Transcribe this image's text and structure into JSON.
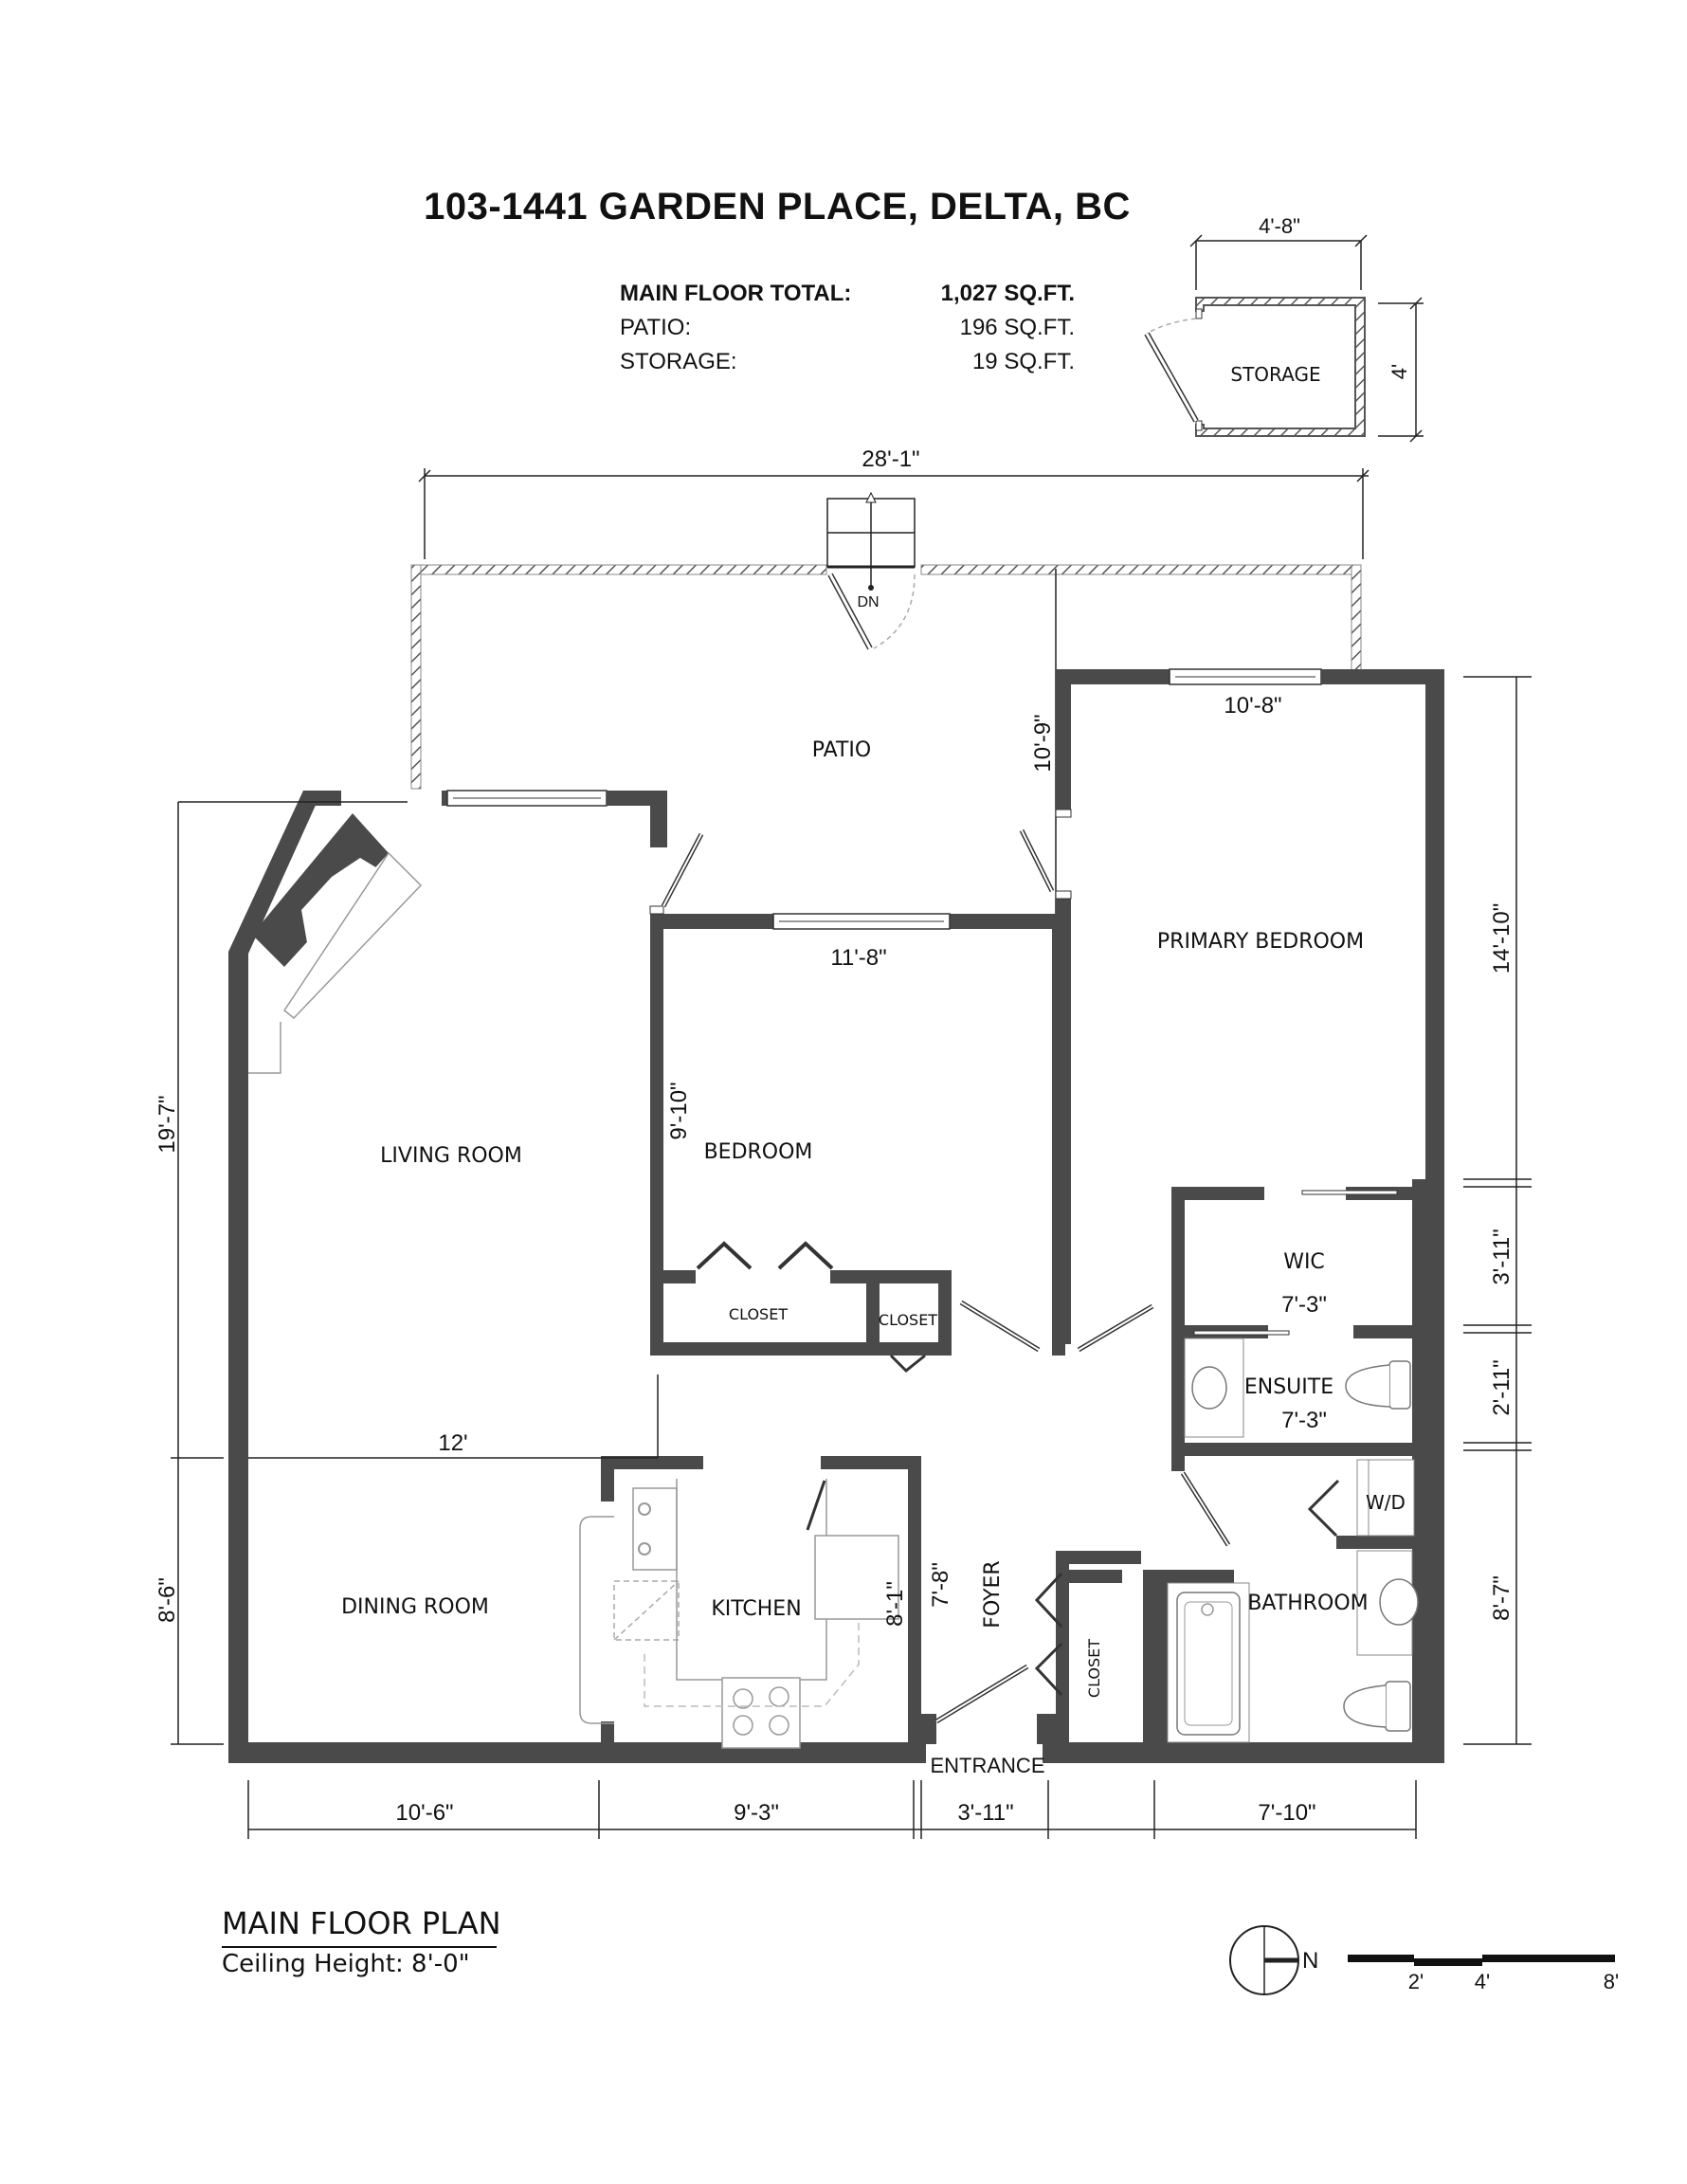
{
  "header": {
    "title": "103-1441 GARDEN PLACE, DELTA, BC"
  },
  "areas": [
    {
      "label": "MAIN FLOOR TOTAL:",
      "value": "1,027 SQ.FT.",
      "bold": true
    },
    {
      "label": "PATIO:",
      "value": "196 SQ.FT.",
      "bold": false
    },
    {
      "label": "STORAGE:",
      "value": "19 SQ.FT."
    }
  ],
  "rooms": {
    "storage": "STORAGE",
    "patio": "PATIO",
    "primary_bedroom": "PRIMARY BEDROOM",
    "bedroom": "BEDROOM",
    "living_room": "LIVING ROOM",
    "closet_1": "CLOSET",
    "closet_2": "CLOSET",
    "closet_3": "CLOSET",
    "wic": "WIC",
    "ensuite": "ENSUITE",
    "dining_room": "DINING ROOM",
    "kitchen": "KITCHEN",
    "foyer": "FOYER",
    "bathroom": "BATHROOM",
    "wd": "W/D",
    "entrance": "ENTRANCE",
    "stairs_dn": "DN"
  },
  "dimensions": {
    "storage_width": "4'-8\"",
    "storage_depth": "4'",
    "overall_width": "28'-1\"",
    "primary_bedroom_width": "10'-8\"",
    "patio_depth": "10'-9\"",
    "primary_bedroom_depth": "14'-10\"",
    "bedroom_width": "11'-8\"",
    "bedroom_depth": "9'-10\"",
    "living_depth": "19'-7\"",
    "living_width": "12'",
    "dining_depth": "8'-6\"",
    "wic_depth": "3'-11\"",
    "wic_width": "7'-3\"",
    "ensuite_depth": "2'-11\"",
    "ensuite_width": "7'-3\"",
    "bathroom_depth": "8'-7\"",
    "kitchen_depth": "8'-1\"",
    "foyer_depth": "7'-8\"",
    "bottom_1": "10'-6\"",
    "bottom_2": "9'-3\"",
    "bottom_3": "3'-11\"",
    "bottom_4": "7'-10\""
  },
  "footer": {
    "plan_title": "MAIN FLOOR PLAN",
    "ceiling": "Ceiling Height: 8'-0\"",
    "north_label": "N",
    "scale_labels": [
      "2'",
      "4'",
      "8'"
    ]
  }
}
